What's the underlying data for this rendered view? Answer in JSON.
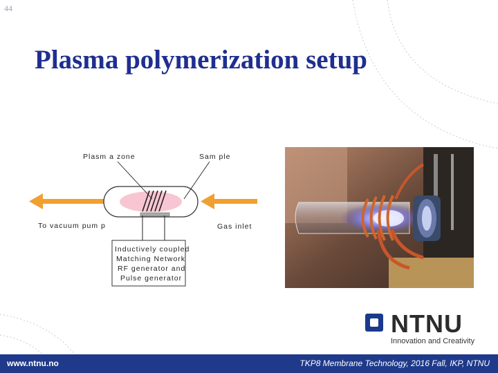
{
  "slide": {
    "number": "44",
    "title": "Plasma polymerization setup"
  },
  "diagram": {
    "labels": {
      "plasma_zone": "Plasm a zone",
      "sample": "Sam ple",
      "to_vacuum_pump": "To vacuum  pum p",
      "gas_inlet": "Gas inlet"
    },
    "box_lines": [
      "Inductively coupled",
      "Matching Network",
      "RF generator and",
      "Pulse generator"
    ],
    "colors": {
      "arrow": "#f0a030",
      "plasma": "#f8c6d2"
    }
  },
  "photo": {
    "description_icon": "plasma-reactor-photo"
  },
  "logo": {
    "name": "NTNU",
    "tagline": "Innovation and Creativity"
  },
  "footer": {
    "url": "www.ntnu.no",
    "course": "TKP8 Membrane Technology, 2016 Fall, IKP, NTNU"
  },
  "colors": {
    "title": "#1f2f8f",
    "footer_bar": "#1f3a8a"
  }
}
